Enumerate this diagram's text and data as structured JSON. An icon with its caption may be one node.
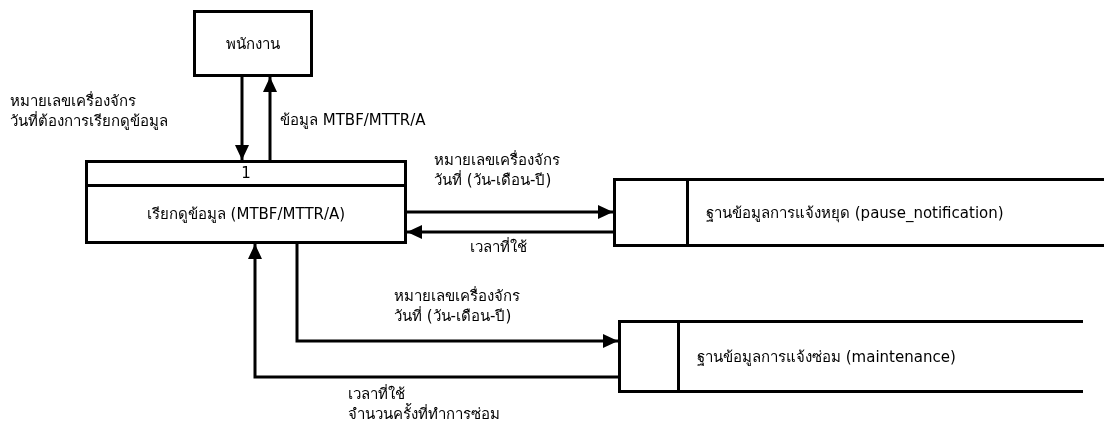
{
  "diagram": {
    "nodes": [
      {
        "text": [
          "พนักงาน"
        ]
      },
      {
        "text": [
          "1",
          "เรียกดูข้อมูล (MTBF/MTTR/A)"
        ]
      },
      {
        "text": [
          "ฐานข้อมูลการแจ้งหยุด (pause_notification)"
        ]
      },
      {
        "text": [
          "ฐานข้อมูลการแจ้งซ่อม (maintenance)"
        ]
      }
    ],
    "edges": [
      {
        "from": 0,
        "to": 1,
        "arrow": "to",
        "label": "หมายเลขเครื่องจักร วันที่ต้องการเรียกดูข้อมูล"
      },
      {
        "from": 1,
        "to": 0,
        "arrow": "to",
        "label": "ข้อมูล MTBF/MTTR/A"
      },
      {
        "from": 1,
        "to": 2,
        "arrow": "to",
        "label": "หมายเลขเครื่องจักร วันที่ (วัน-เดือน-ปี)"
      },
      {
        "from": 2,
        "to": 1,
        "arrow": "to",
        "label": "เวลาที่ใช้"
      },
      {
        "from": 1,
        "to": 3,
        "arrow": "to",
        "label": "หมายเลขเครื่องจักร วันที่ (วัน-เดือน-ปี)"
      },
      {
        "from": 3,
        "to": 1,
        "arrow": "to",
        "label": "เวลาที่ใช้ จำนวนครั้งที่ทำการซ่อม"
      }
    ]
  }
}
